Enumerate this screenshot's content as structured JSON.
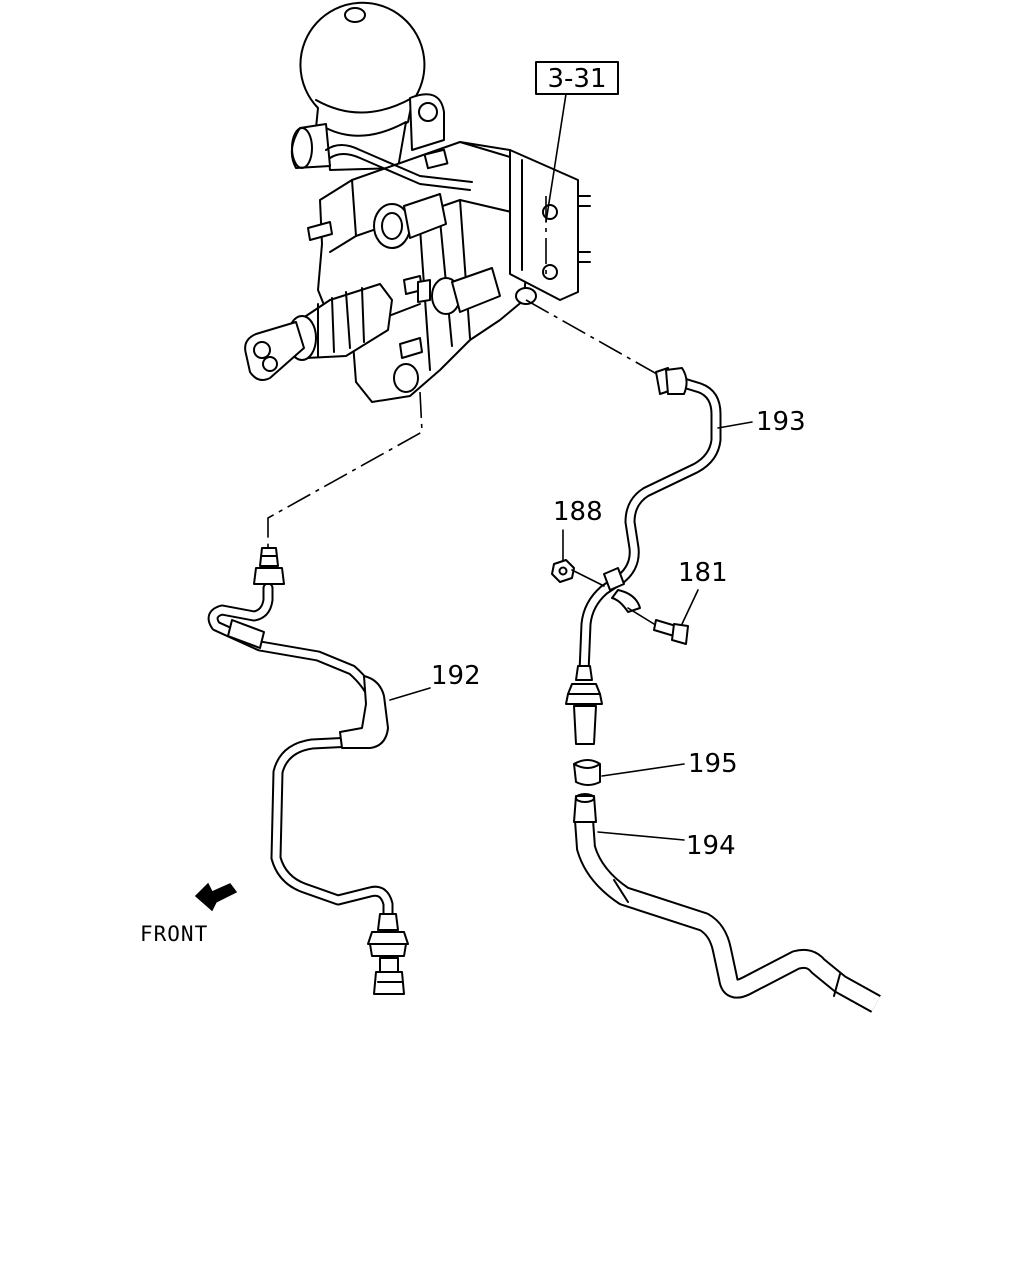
{
  "diagram": {
    "ref_box": "3-31",
    "direction_label": "FRONT",
    "callouts": {
      "p193": "193",
      "p188": "188",
      "p181": "181",
      "p192": "192",
      "p195": "195",
      "p194": "194"
    }
  }
}
